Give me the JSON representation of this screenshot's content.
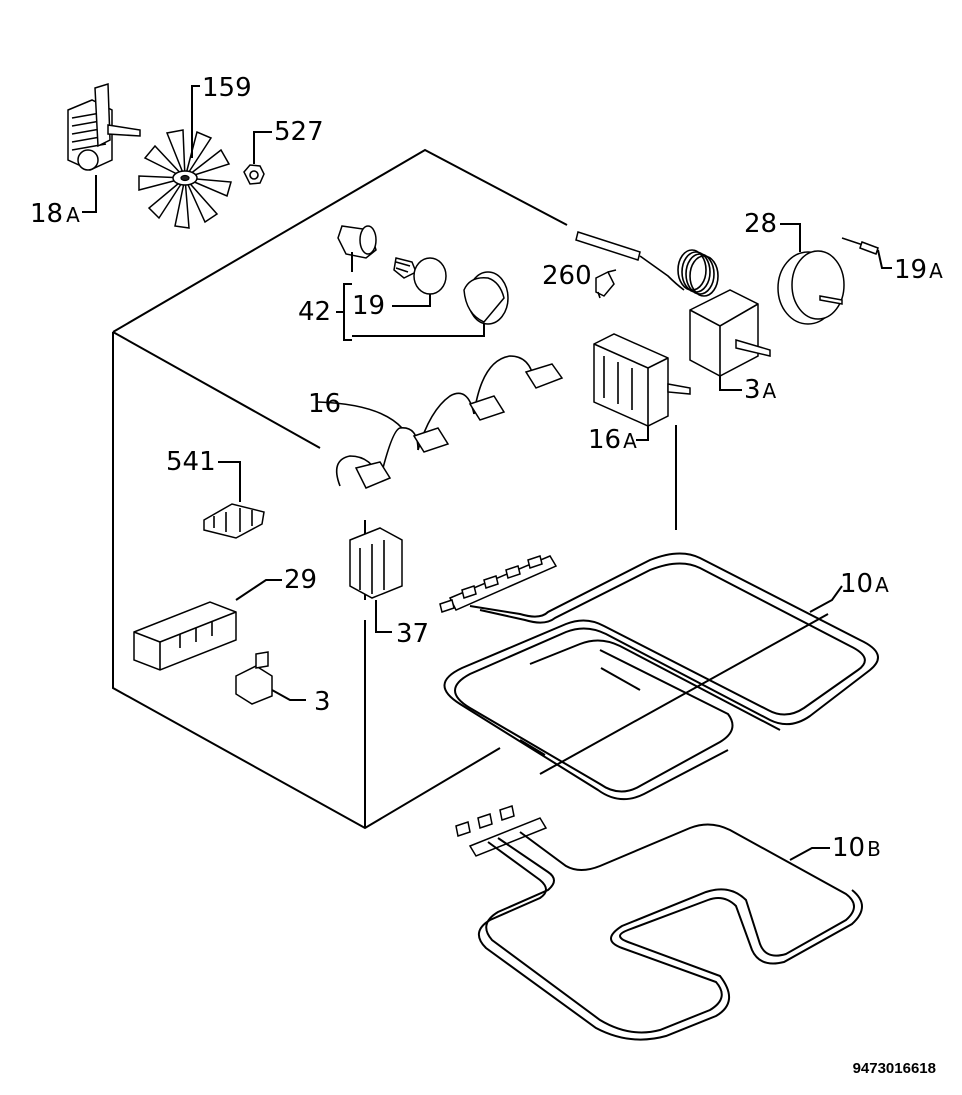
{
  "labels": {
    "l18a": "18",
    "l18a_sub": "A",
    "l159": "159",
    "l527": "527",
    "l28": "28",
    "l19a": "19",
    "l19a_sub": "A",
    "l260": "260",
    "l42": "42",
    "l19": "19",
    "l3a": "3",
    "l3a_sub": "A",
    "l16": "16",
    "l16a": "16",
    "l16a_sub": "A",
    "l541": "541",
    "l29": "29",
    "l10a": "10",
    "l10a_sub": "A",
    "l37": "37",
    "l3": "3",
    "l10b": "10",
    "l10b_sub": "B"
  },
  "drawing_code": "9473016618"
}
